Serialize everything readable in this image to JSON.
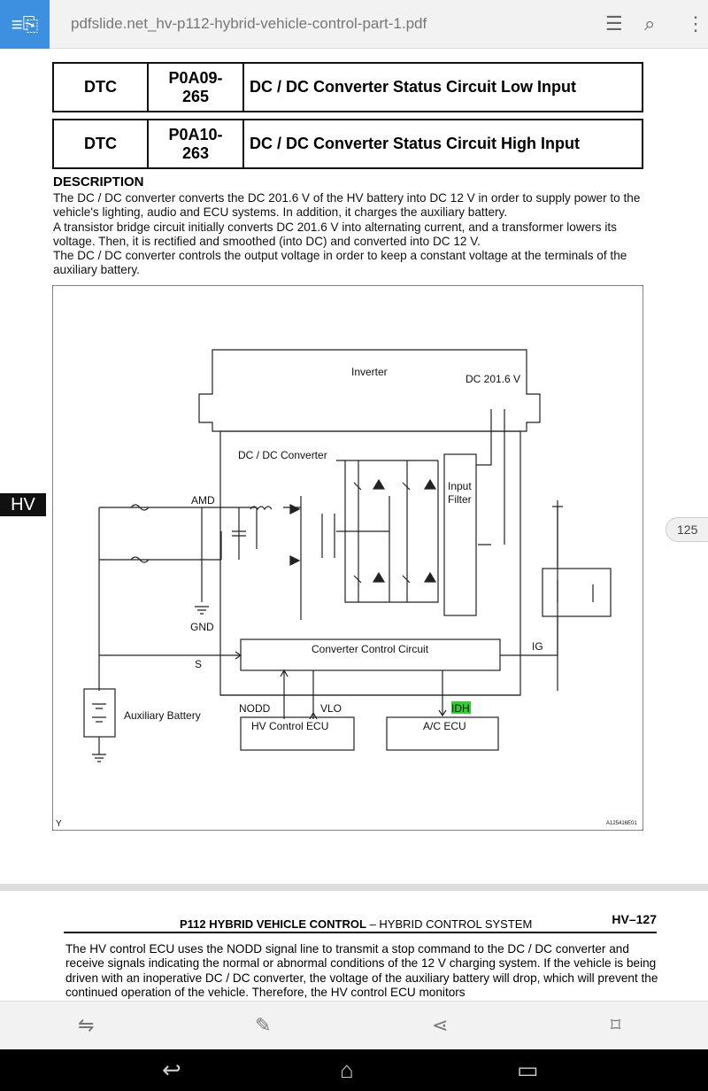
{
  "toolbar": {
    "title": "pdfslide.net_hv-p112-hybrid-vehicle-control-part-1.pdf",
    "icons": [
      "menu-doc-icon",
      "list-icon",
      "search-icon",
      "more-icon"
    ]
  },
  "dtc_rows": [
    {
      "label": "DTC",
      "code_line1": "P0A09-",
      "code_line2": "265",
      "desc": "DC / DC Converter Status Circuit Low Input"
    },
    {
      "label": "DTC",
      "code_line1": "P0A10-",
      "code_line2": "263",
      "desc": "DC / DC Converter Status Circuit High Input"
    }
  ],
  "description": {
    "heading": "DESCRIPTION",
    "paragraphs": [
      "The DC / DC converter converts the DC 201.6 V of the HV battery into DC 12 V in order to supply power to the vehicle's lighting, audio and ECU systems. In addition, it charges the auxiliary battery.",
      "A transistor bridge circuit initially converts DC 201.6 V into alternating current, and a transformer lowers its voltage. Then, it is rectified and smoothed (into DC) and converted into DC 12 V.",
      "The DC / DC converter controls the output voltage in order to keep a constant voltage at the terminals of the auxiliary battery."
    ]
  },
  "diagram": {
    "inverter": "Inverter",
    "dc_voltage": "DC 201.6 V",
    "converter": "DC / DC Converter",
    "input": "Input",
    "filter": "Filter",
    "amd": "AMD",
    "gnd": "GND",
    "s": "S",
    "control": "Converter Control Circuit",
    "ig": "IG",
    "nodd": "NODD",
    "vlo": "VLO",
    "idh": "IDH",
    "hv_ecu": "HV Control ECU",
    "ac_ecu": "A/C ECU",
    "battery": "Auxiliary Battery",
    "corner": "Y",
    "figure_id": "A125416E01",
    "highlight_color": "#33cc33"
  },
  "side": {
    "hv_tab": "HV",
    "page_badge": "125"
  },
  "page2": {
    "title_bold": "P112 HYBRID VEHICLE CONTROL",
    "title_sep": "–",
    "title_rest": "HYBRID CONTROL SYSTEM",
    "page": "HV–127",
    "text": "The HV control ECU uses the NODD signal line to transmit a stop command to the DC / DC converter and receive signals indicating the normal or abnormal conditions of the 12 V charging system. If the vehicle is being driven with an inoperative DC / DC converter, the voltage of the auxiliary battery will drop, which will prevent the continued operation of the vehicle. Therefore, the HV control ECU monitors"
  },
  "bottom_icons": [
    "fit-icon",
    "comment-icon",
    "share-icon",
    "bookmark-icon"
  ],
  "nav_icons": [
    "back-icon",
    "home-icon",
    "recents-icon"
  ]
}
